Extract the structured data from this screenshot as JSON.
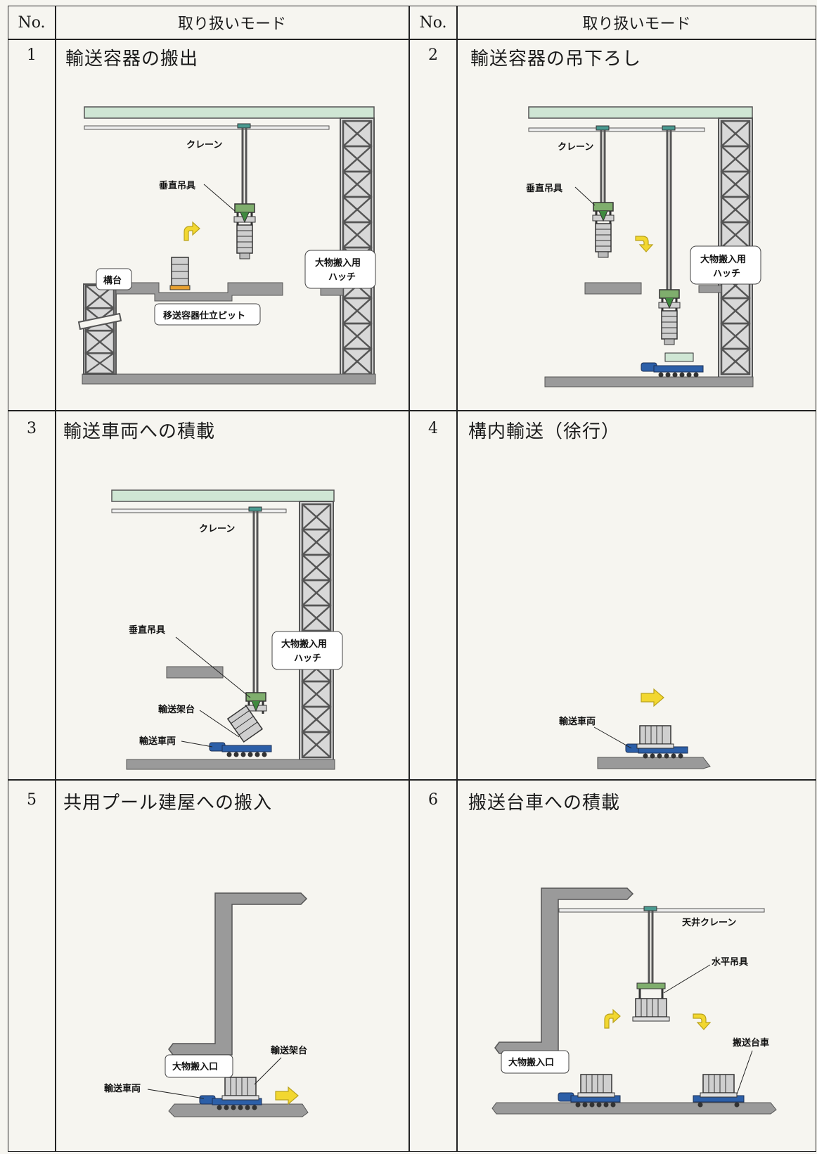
{
  "header": {
    "no_label": "No.",
    "mode_label": "取り扱いモード"
  },
  "cells": [
    {
      "no": "1",
      "title": "輸送容器の搬出",
      "labels": {
        "crane": "クレーン",
        "lifter": "垂直吊具",
        "stand": "構台",
        "pit": "移送容器仕立ピット",
        "hatch_1": "大物搬入用",
        "hatch_2": "ハッチ"
      }
    },
    {
      "no": "2",
      "title": "輸送容器の吊下ろし",
      "labels": {
        "crane": "クレーン",
        "lifter": "垂直吊具",
        "hatch_1": "大物搬入用",
        "hatch_2": "ハッチ"
      }
    },
    {
      "no": "3",
      "title": "輸送車両への積載",
      "labels": {
        "crane": "クレーン",
        "lifter": "垂直吊具",
        "frame": "輸送架台",
        "vehicle": "輸送車両",
        "hatch_1": "大物搬入用",
        "hatch_2": "ハッチ"
      }
    },
    {
      "no": "4",
      "title": "構内輸送（徐行）",
      "labels": {
        "vehicle": "輸送車両"
      }
    },
    {
      "no": "5",
      "title": "共用プール建屋への搬入",
      "labels": {
        "entrance": "大物搬入口",
        "frame": "輸送架台",
        "vehicle": "輸送車両"
      }
    },
    {
      "no": "6",
      "title": "搬送台車への積載",
      "labels": {
        "crane": "天井クレーン",
        "lifter": "水平吊具",
        "cart": "搬送台車",
        "entrance": "大物搬入口"
      }
    }
  ],
  "colors": {
    "ceiling": "#cfe6d4",
    "wall": "#9a9a9a",
    "wall_dark": "#7d7d7d",
    "truck": "#2c5fa8",
    "arrow": "#f2d730",
    "cask_green": "#3f8a3f"
  }
}
